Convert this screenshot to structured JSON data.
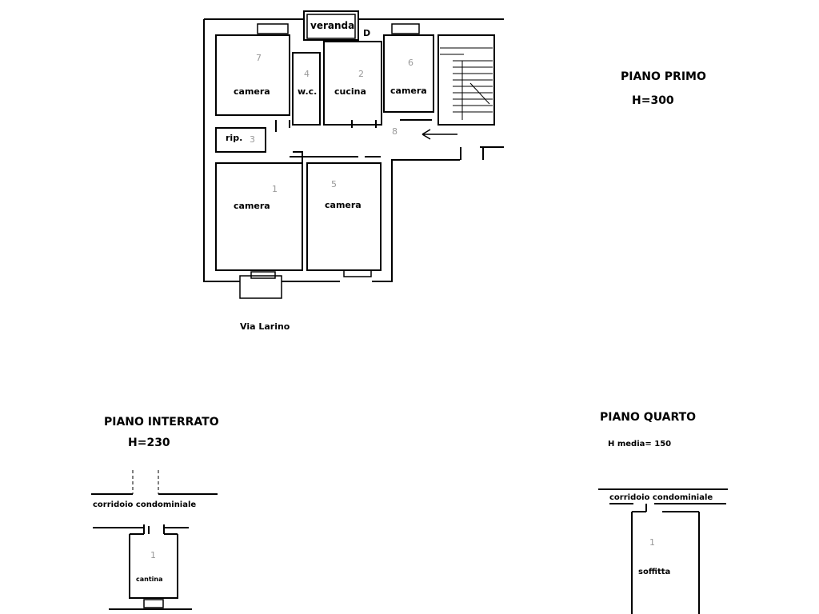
{
  "first_floor": {
    "title": "PIANO PRIMO",
    "height": "H=300",
    "street": "Via Larino",
    "rooms": {
      "veranda": "veranda",
      "veranda_mark": "D",
      "camera_top_left": "camera",
      "wc": "w.c.",
      "cucina": "cucina",
      "camera_top_right": "camera",
      "rip": "rip.",
      "camera_bottom_left": "camera",
      "camera_bottom_right": "camera"
    },
    "room_numbers": {
      "n1": "1",
      "n2": "2",
      "n3": "3",
      "n4": "4",
      "n5": "5",
      "n6": "6",
      "n7": "7",
      "n8": "8"
    }
  },
  "basement": {
    "title": "PIANO INTERRATO",
    "height": "H=230",
    "corridor": "corridoio condominiale",
    "room": "cantina",
    "number": "1"
  },
  "fourth_floor": {
    "title": "PIANO QUARTO",
    "height": "H media= 150",
    "corridor": "corridoio condominiale",
    "room": "soffitta",
    "number": "1"
  }
}
